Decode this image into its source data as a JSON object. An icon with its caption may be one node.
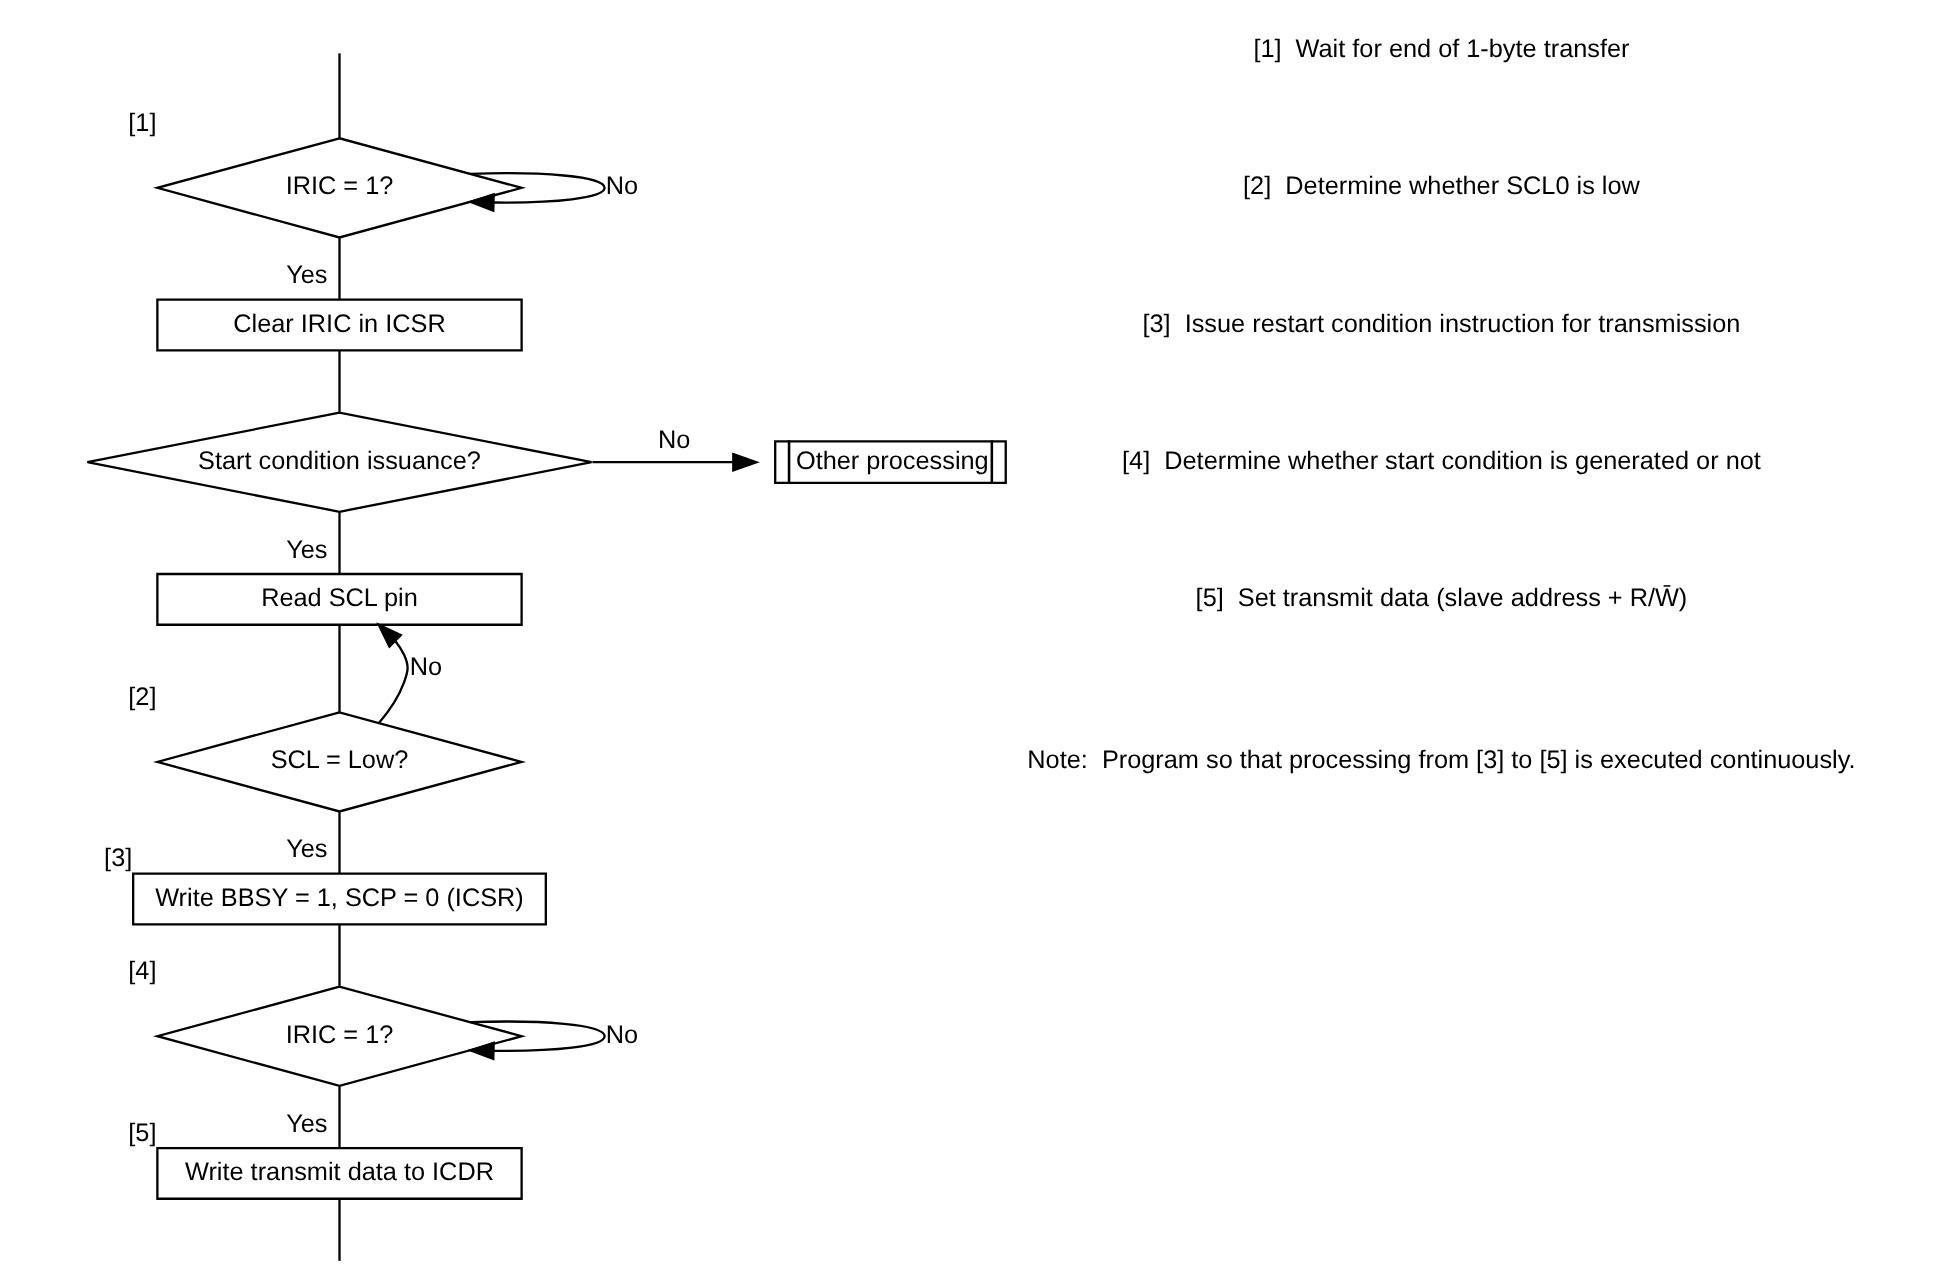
{
  "diagram": {
    "nodes": [
      {
        "text": [
          "IRIC = 1?"
        ],
        "beside": [
          "[1]"
        ]
      },
      {
        "text": [
          "Clear IRIC in ICSR"
        ]
      },
      {
        "text": [
          "Start condition issuance?"
        ]
      },
      {
        "text": [
          "Other processing"
        ]
      },
      {
        "text": [
          "Read SCL pin"
        ]
      },
      {
        "text": [
          "SCL = Low?"
        ],
        "beside": [
          "[2]"
        ]
      },
      {
        "text": [
          "Write BBSY = 1, SCP = 0 (ICSR)"
        ],
        "beside": [
          "[3]"
        ]
      },
      {
        "text": [
          "IRIC = 1?"
        ],
        "beside": [
          "[4]"
        ]
      },
      {
        "text": [
          "Write transmit data to ICDR"
        ],
        "beside": [
          "[5]"
        ]
      }
    ],
    "edges": [
      {
        "from": null,
        "to": 0,
        "arrow": "none"
      },
      {
        "from": 0,
        "to": 0,
        "arrow": "to",
        "label": "No"
      },
      {
        "from": 0,
        "to": 1,
        "arrow": "none",
        "label": "Yes"
      },
      {
        "from": 1,
        "to": 2,
        "arrow": "none"
      },
      {
        "from": 2,
        "to": 3,
        "arrow": "to",
        "label": "No"
      },
      {
        "from": 2,
        "to": 4,
        "arrow": "none",
        "label": "Yes"
      },
      {
        "from": 4,
        "to": 5,
        "arrow": "none"
      },
      {
        "from": 5,
        "to": 4,
        "arrow": "to",
        "label": "No"
      },
      {
        "from": 5,
        "to": 6,
        "arrow": "none",
        "label": "Yes"
      },
      {
        "from": 6,
        "to": 7,
        "arrow": "none"
      },
      {
        "from": 7,
        "to": 7,
        "arrow": "to",
        "label": "No"
      },
      {
        "from": 7,
        "to": 8,
        "arrow": "none",
        "label": "Yes"
      },
      {
        "from": 8,
        "to": null,
        "arrow": "none"
      }
    ],
    "labels": [
      "[1]  Wait for end of 1-byte transfer",
      "[2]  Determine whether SCL0 is low",
      "[3]  Issue restart condition instruction for transmission",
      "[4]  Determine whether start condition is generated or not",
      "[5]  Set transmit data (slave address + R/W̄)",
      "Note:  Program so that processing from [3] to [5] is executed continuously."
    ]
  }
}
